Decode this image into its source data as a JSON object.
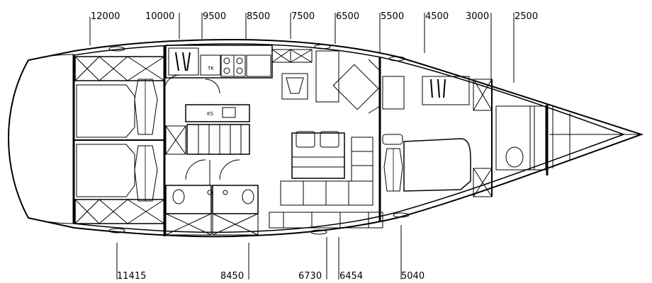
{
  "top_dimensions": [
    "12000",
    "10000",
    "9500",
    "8500",
    "7500",
    "6500",
    "5500",
    "4500",
    "3000",
    "2500"
  ],
  "bottom_dimensions": [
    "11415",
    "8450",
    "6730",
    "6454",
    "5040"
  ],
  "labels": {
    "tank": "TK",
    "storage": "KS"
  }
}
